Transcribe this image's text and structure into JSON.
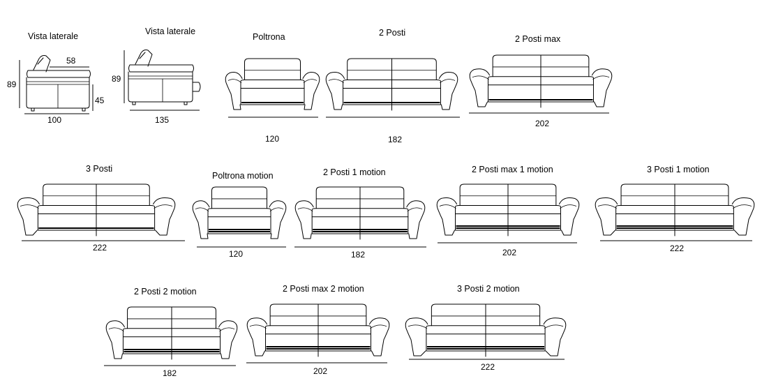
{
  "side_views": [
    {
      "title": "Vista laterale",
      "width": "100",
      "depth_label": "58",
      "height": "89",
      "seat_height": "45"
    },
    {
      "title": "Vista laterale",
      "width": "135",
      "height": "89"
    }
  ],
  "models": [
    {
      "title": "Poltrona",
      "width": "120",
      "seats": 1
    },
    {
      "title": "2 Posti",
      "width": "182",
      "seats": 2
    },
    {
      "title": "2 Posti max",
      "width": "202",
      "seats": 2
    },
    {
      "title": "3 Posti",
      "width": "222",
      "seats": 2
    },
    {
      "title": "Poltrona motion",
      "width": "120",
      "seats": 1,
      "motion": true
    },
    {
      "title": "2 Posti 1 motion",
      "width": "182",
      "seats": 2,
      "motion": true
    },
    {
      "title": "2 Posti max 1 motion",
      "width": "202",
      "seats": 2,
      "motion": true
    },
    {
      "title": "3 Posti 1 motion",
      "width": "222",
      "seats": 2,
      "motion": true
    },
    {
      "title": "2 Posti 2 motion",
      "width": "182",
      "seats": 2,
      "motion": true
    },
    {
      "title": "2 Posti max 2 motion",
      "width": "202",
      "seats": 2,
      "motion": true
    },
    {
      "title": "3 Posti 2 motion",
      "width": "222",
      "seats": 2,
      "motion": true
    }
  ]
}
